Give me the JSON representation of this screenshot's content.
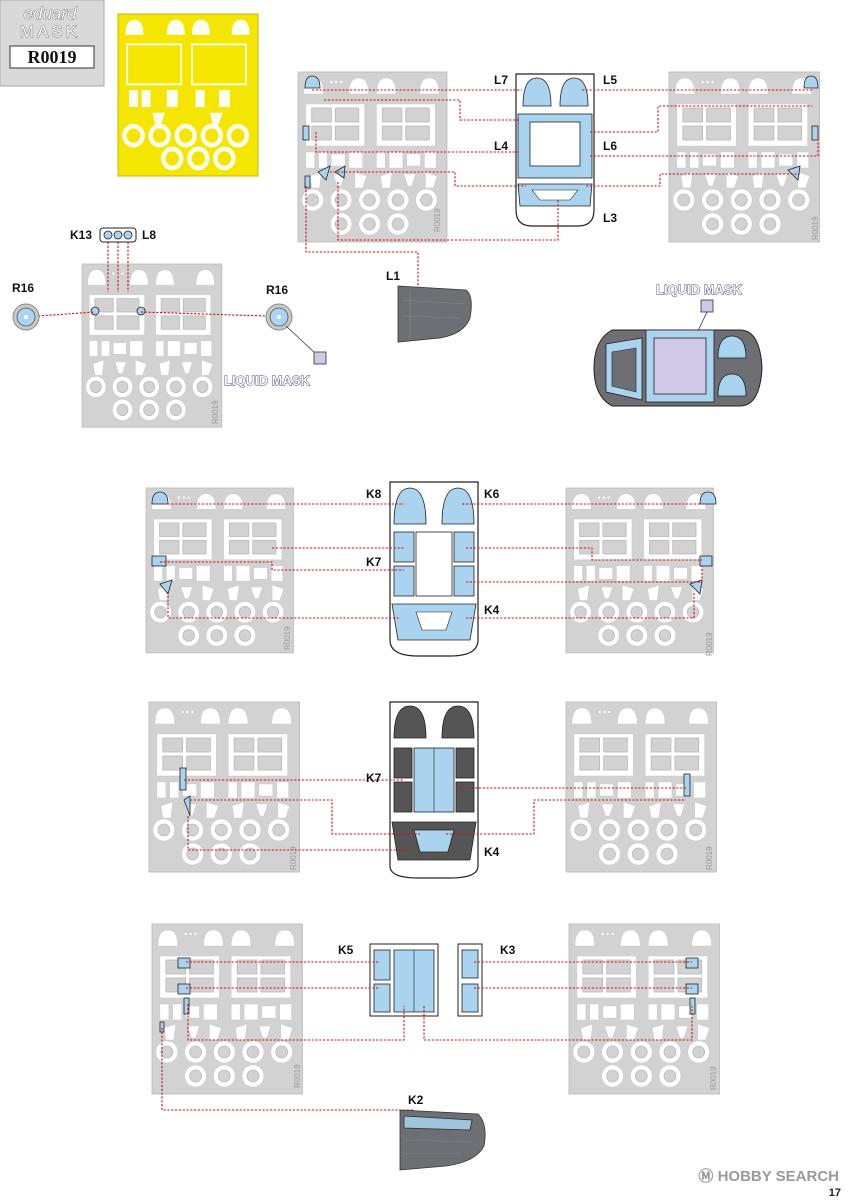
{
  "brand": {
    "top": "eduard",
    "bottom": "MASK",
    "code": "R0019"
  },
  "sheet_code": "R0019",
  "labels": {
    "L7": "L7",
    "L5": "L5",
    "L4": "L4",
    "L6": "L6",
    "L3": "L3",
    "L1": "L1",
    "K13": "K13",
    "L8": "L8",
    "R16_left": "R16",
    "R16_right": "R16",
    "K8": "K8",
    "K6": "K6",
    "K7_a": "K7",
    "K4_a": "K4",
    "K7_b": "K7",
    "K4_b": "K4",
    "K5": "K5",
    "K3": "K3",
    "K2": "K2"
  },
  "liquid_mask_1": "LIQUID MASK",
  "liquid_mask_2": "LIQUID MASK",
  "footer": {
    "logo": "HOBBY SEARCH",
    "page": "17"
  },
  "colors": {
    "mask_blue": "#a9d3ef",
    "leader_red": "#cc1111",
    "sheet_gray": "#d2d2d2",
    "yellow": "#f5e600"
  }
}
